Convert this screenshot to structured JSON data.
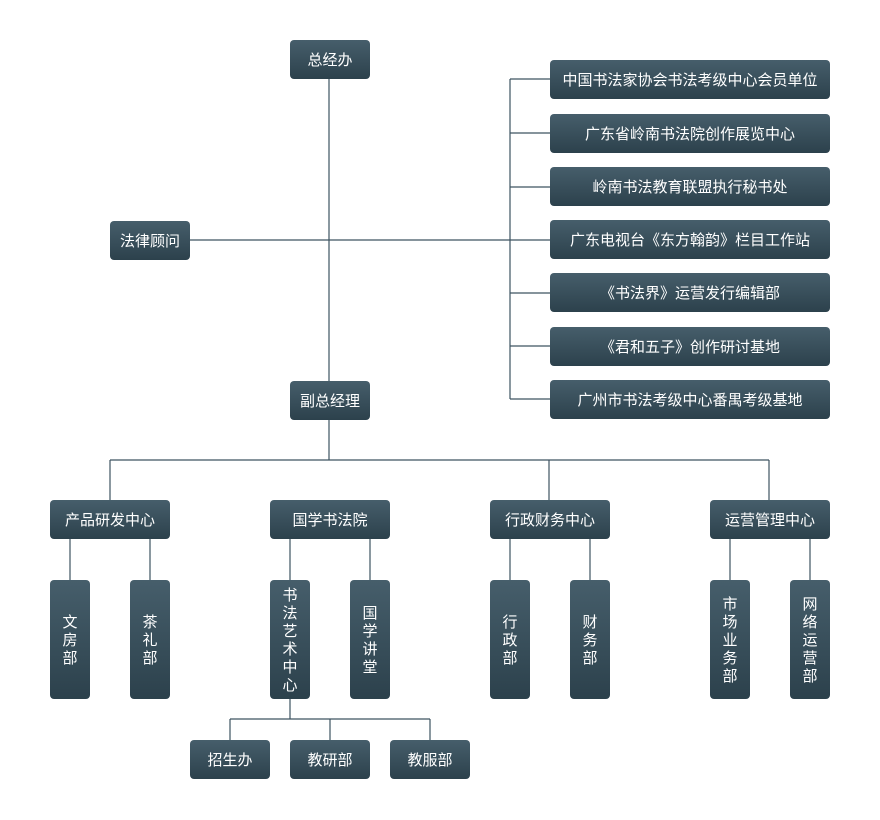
{
  "org": {
    "top": "总经办",
    "legal": "法律顾问",
    "deputy": "副总经理",
    "affiliates": [
      "中国书法家协会书法考级中心会员单位",
      "广东省岭南书法院创作展览中心",
      "岭南书法教育联盟执行秘书处",
      "广东电视台《东方翰韵》栏目工作站",
      "《书法界》运营发行编辑部",
      "《君和五子》创作研讨基地",
      "广州市书法考级中心番禺考级基地"
    ],
    "centers": [
      "产品研发中心",
      "国学书法院",
      "行政财务中心",
      "运营管理中心"
    ],
    "depts": [
      "文房部",
      "茶礼部",
      "书法艺术中心",
      "国学讲堂",
      "行政部",
      "财务部",
      "市场业务部",
      "网络运营部"
    ],
    "subunits": [
      "招生办",
      "教研部",
      "教服部"
    ]
  },
  "colors": {
    "box_top": "#465e6b",
    "box_bottom": "#2c414c",
    "line": "#3d5361",
    "text": "#ffffff"
  }
}
